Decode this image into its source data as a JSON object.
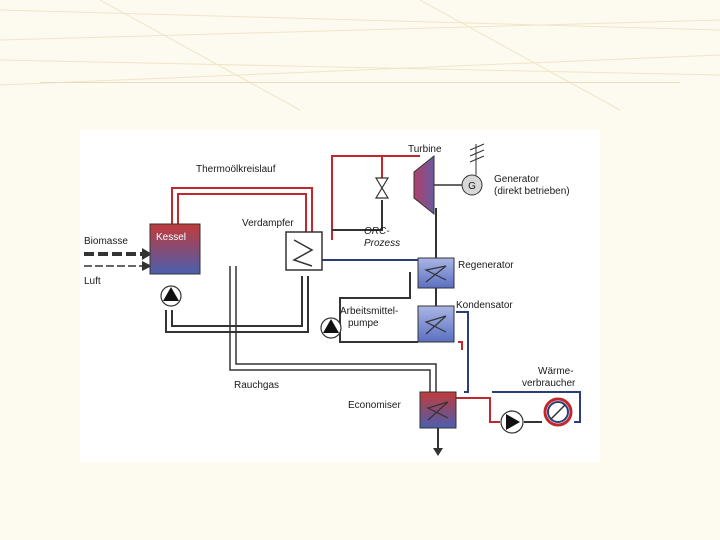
{
  "diagram": {
    "labels": {
      "turbine": "Turbine",
      "thermal_oil_loop": "Thermoölkreislauf",
      "generator_line1": "Generator",
      "generator_line2": "(direkt betrieben)",
      "generator_symbol": "G",
      "evaporator": "Verdampfer",
      "orc_line1": "ORC-",
      "orc_line2": "Prozess",
      "biomass": "Biomasse",
      "boiler": "Kessel",
      "air": "Luft",
      "regenerator": "Regenerator",
      "working_pump_line1": "Arbeitsmittel-",
      "working_pump_line2": "pumpe",
      "condenser": "Kondensator",
      "heat_consumer_line1": "Wärme-",
      "heat_consumer_line2": "verbraucher",
      "flue_gas": "Rauchgas",
      "economiser": "Economiser"
    },
    "colors": {
      "hot_line": "#c0282d",
      "cold_line": "#2c3e7a",
      "neutral_line": "#333333",
      "boiler_top": "#c23a3a",
      "boiler_bottom": "#4a5fb0",
      "hx_fill": "#7b8fd0",
      "turbine_fill": "#8a3a6a"
    }
  }
}
